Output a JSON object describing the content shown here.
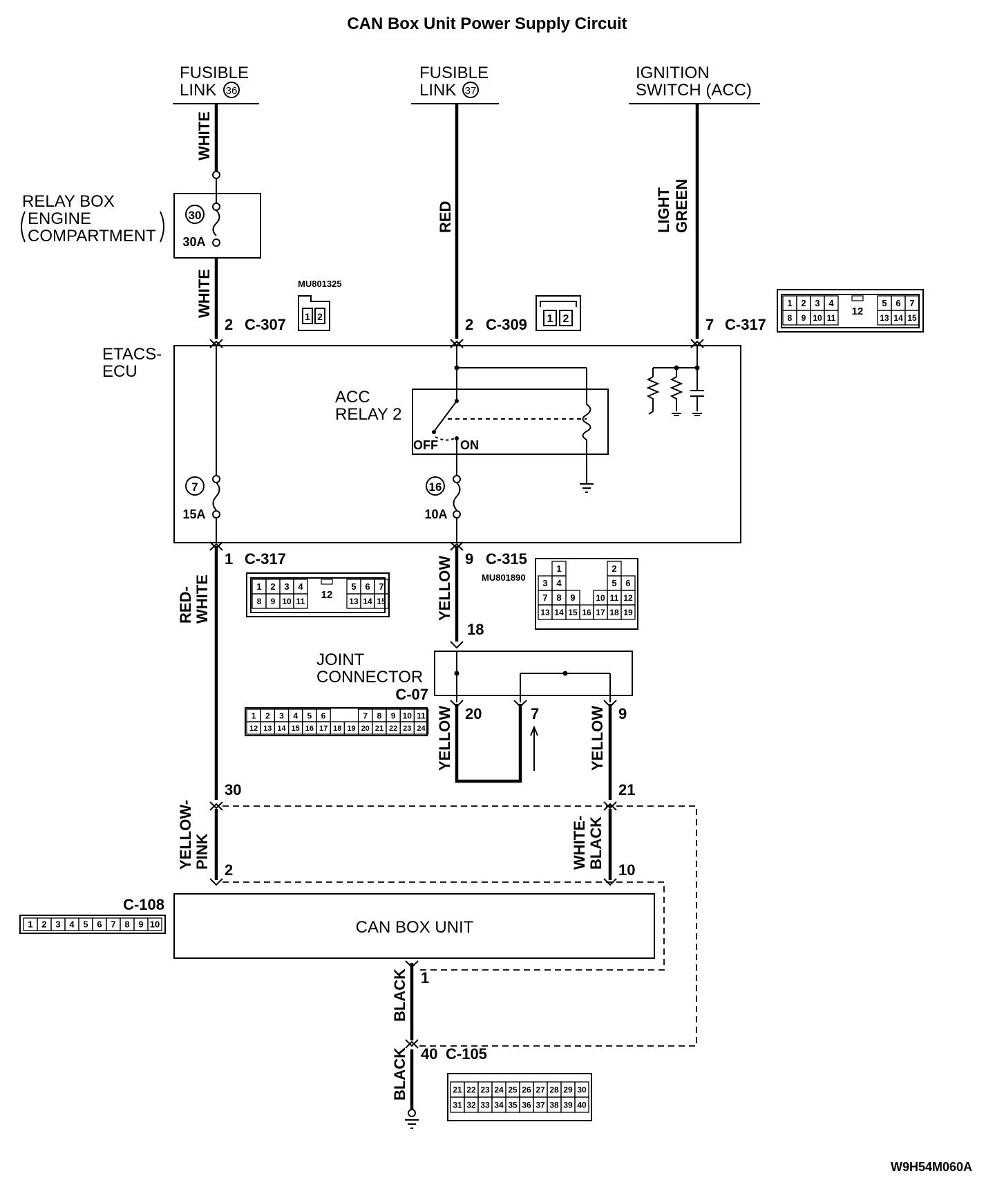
{
  "title": "CAN Box Unit Power Supply Circuit",
  "diagram_code": "W9H54M060A",
  "sources": [
    {
      "line1": "FUSIBLE",
      "line2": "LINK",
      "num": "36"
    },
    {
      "line1": "FUSIBLE",
      "line2": "LINK",
      "num": "37"
    },
    {
      "line1": "IGNITION",
      "line2": "SWITCH (ACC)"
    }
  ],
  "relay_box": {
    "line1": "RELAY BOX",
    "line2": "ENGINE",
    "line3": "COMPARTMENT",
    "fuse_num": "30",
    "fuse_rating": "30A"
  },
  "etacs": {
    "line1": "ETACS-",
    "line2": "ECU",
    "fuse1_num": "7",
    "fuse1_rating": "15A",
    "fuse2_num": "16",
    "fuse2_rating": "10A"
  },
  "acc_relay": {
    "line1": "ACC",
    "line2": "RELAY 2",
    "off": "OFF",
    "on": "ON"
  },
  "joint_connector": {
    "line1": "JOINT",
    "line2": "CONNECTOR",
    "id": "C-07"
  },
  "can_box": {
    "label": "CAN BOX UNIT",
    "connector": "C-108"
  },
  "wires": {
    "white": "WHITE",
    "red": "RED",
    "light": "LIGHT",
    "green": "GREEN",
    "red_white_1": "RED-",
    "red_white_2": "WHITE",
    "yellow": "YELLOW",
    "yellow_pink_1": "YELLOW-",
    "yellow_pink_2": "PINK",
    "white_black_1": "WHITE-",
    "white_black_2": "BLACK",
    "black": "BLACK"
  },
  "pins": {
    "p2": "2",
    "p1": "1",
    "p7": "7",
    "p9": "9",
    "p18": "18",
    "p20": "20",
    "p30": "30",
    "p21": "21",
    "p10": "10",
    "p40": "40"
  },
  "connectors": {
    "c307": "C-307",
    "c309": "C-309",
    "c317": "C-317",
    "c315": "C-315",
    "c105": "C-105",
    "mu801325": "MU801325",
    "mu801890": "MU801890"
  },
  "conn_2pin": [
    "1",
    "2"
  ],
  "conn_c317": {
    "top": [
      "1",
      "2",
      "3",
      "4",
      "5",
      "6",
      "7"
    ],
    "bottom": [
      "8",
      "9",
      "10",
      "11",
      "13",
      "14",
      "15"
    ],
    "center": "12"
  },
  "conn_c315": {
    "r1": [
      "1",
      "2"
    ],
    "r2": [
      "3",
      "4",
      "5",
      "6"
    ],
    "r3": [
      "7",
      "8",
      "9",
      "10",
      "11",
      "12"
    ],
    "r4": [
      "13",
      "14",
      "15",
      "16",
      "17",
      "18",
      "19"
    ]
  },
  "conn_c07": {
    "top": [
      "1",
      "2",
      "3",
      "4",
      "5",
      "6",
      "7",
      "8",
      "9",
      "10",
      "11"
    ],
    "bottom": [
      "12",
      "13",
      "14",
      "15",
      "16",
      "17",
      "18",
      "19",
      "20",
      "21",
      "22",
      "23",
      "24"
    ]
  },
  "conn_c108": [
    "1",
    "2",
    "3",
    "4",
    "5",
    "6",
    "7",
    "8",
    "9",
    "10"
  ],
  "conn_c105": {
    "top": [
      "21",
      "22",
      "23",
      "24",
      "25",
      "26",
      "27",
      "28",
      "29",
      "30"
    ],
    "bottom": [
      "31",
      "32",
      "33",
      "34",
      "35",
      "36",
      "37",
      "38",
      "39",
      "40"
    ]
  }
}
